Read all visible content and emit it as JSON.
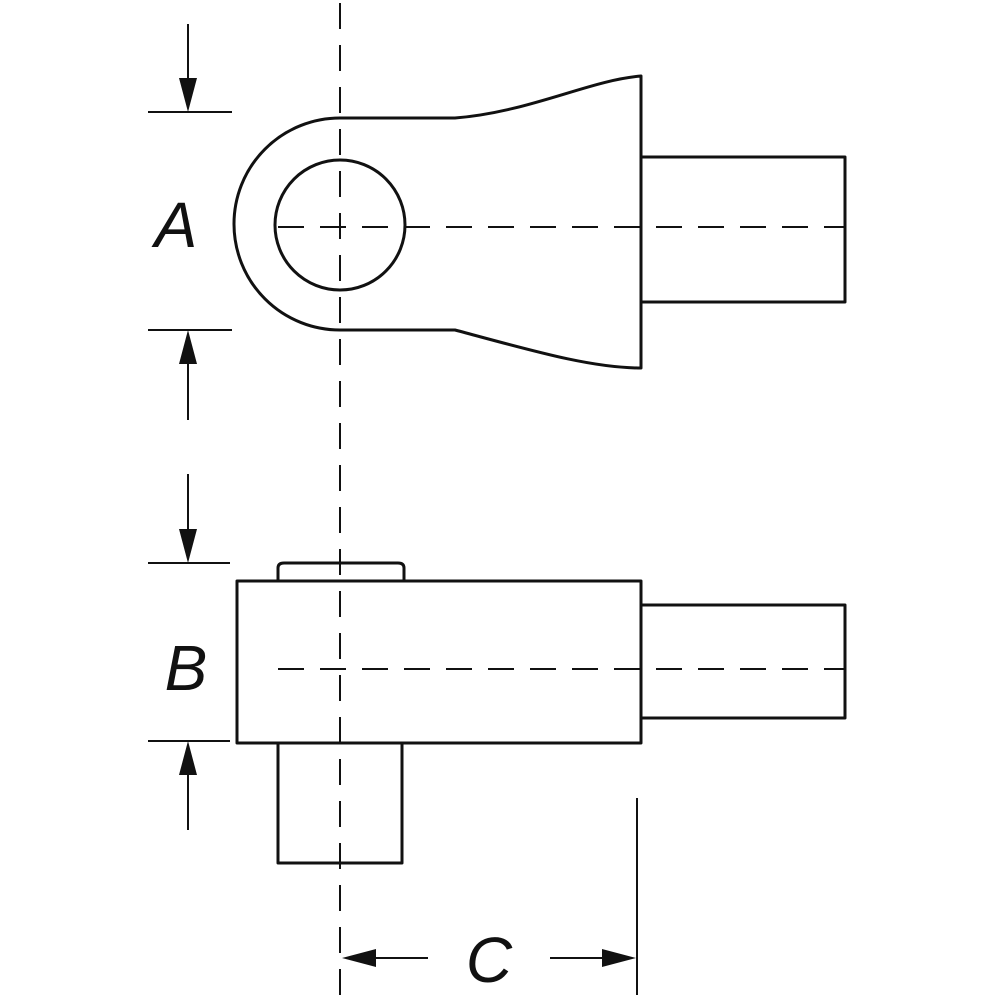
{
  "diagram": {
    "colors": {
      "line": "#111111",
      "background": "#ffffff"
    },
    "dimensions": [
      {
        "id": "A",
        "label": "A"
      },
      {
        "id": "B",
        "label": "B"
      },
      {
        "id": "C",
        "label": "C"
      }
    ]
  }
}
